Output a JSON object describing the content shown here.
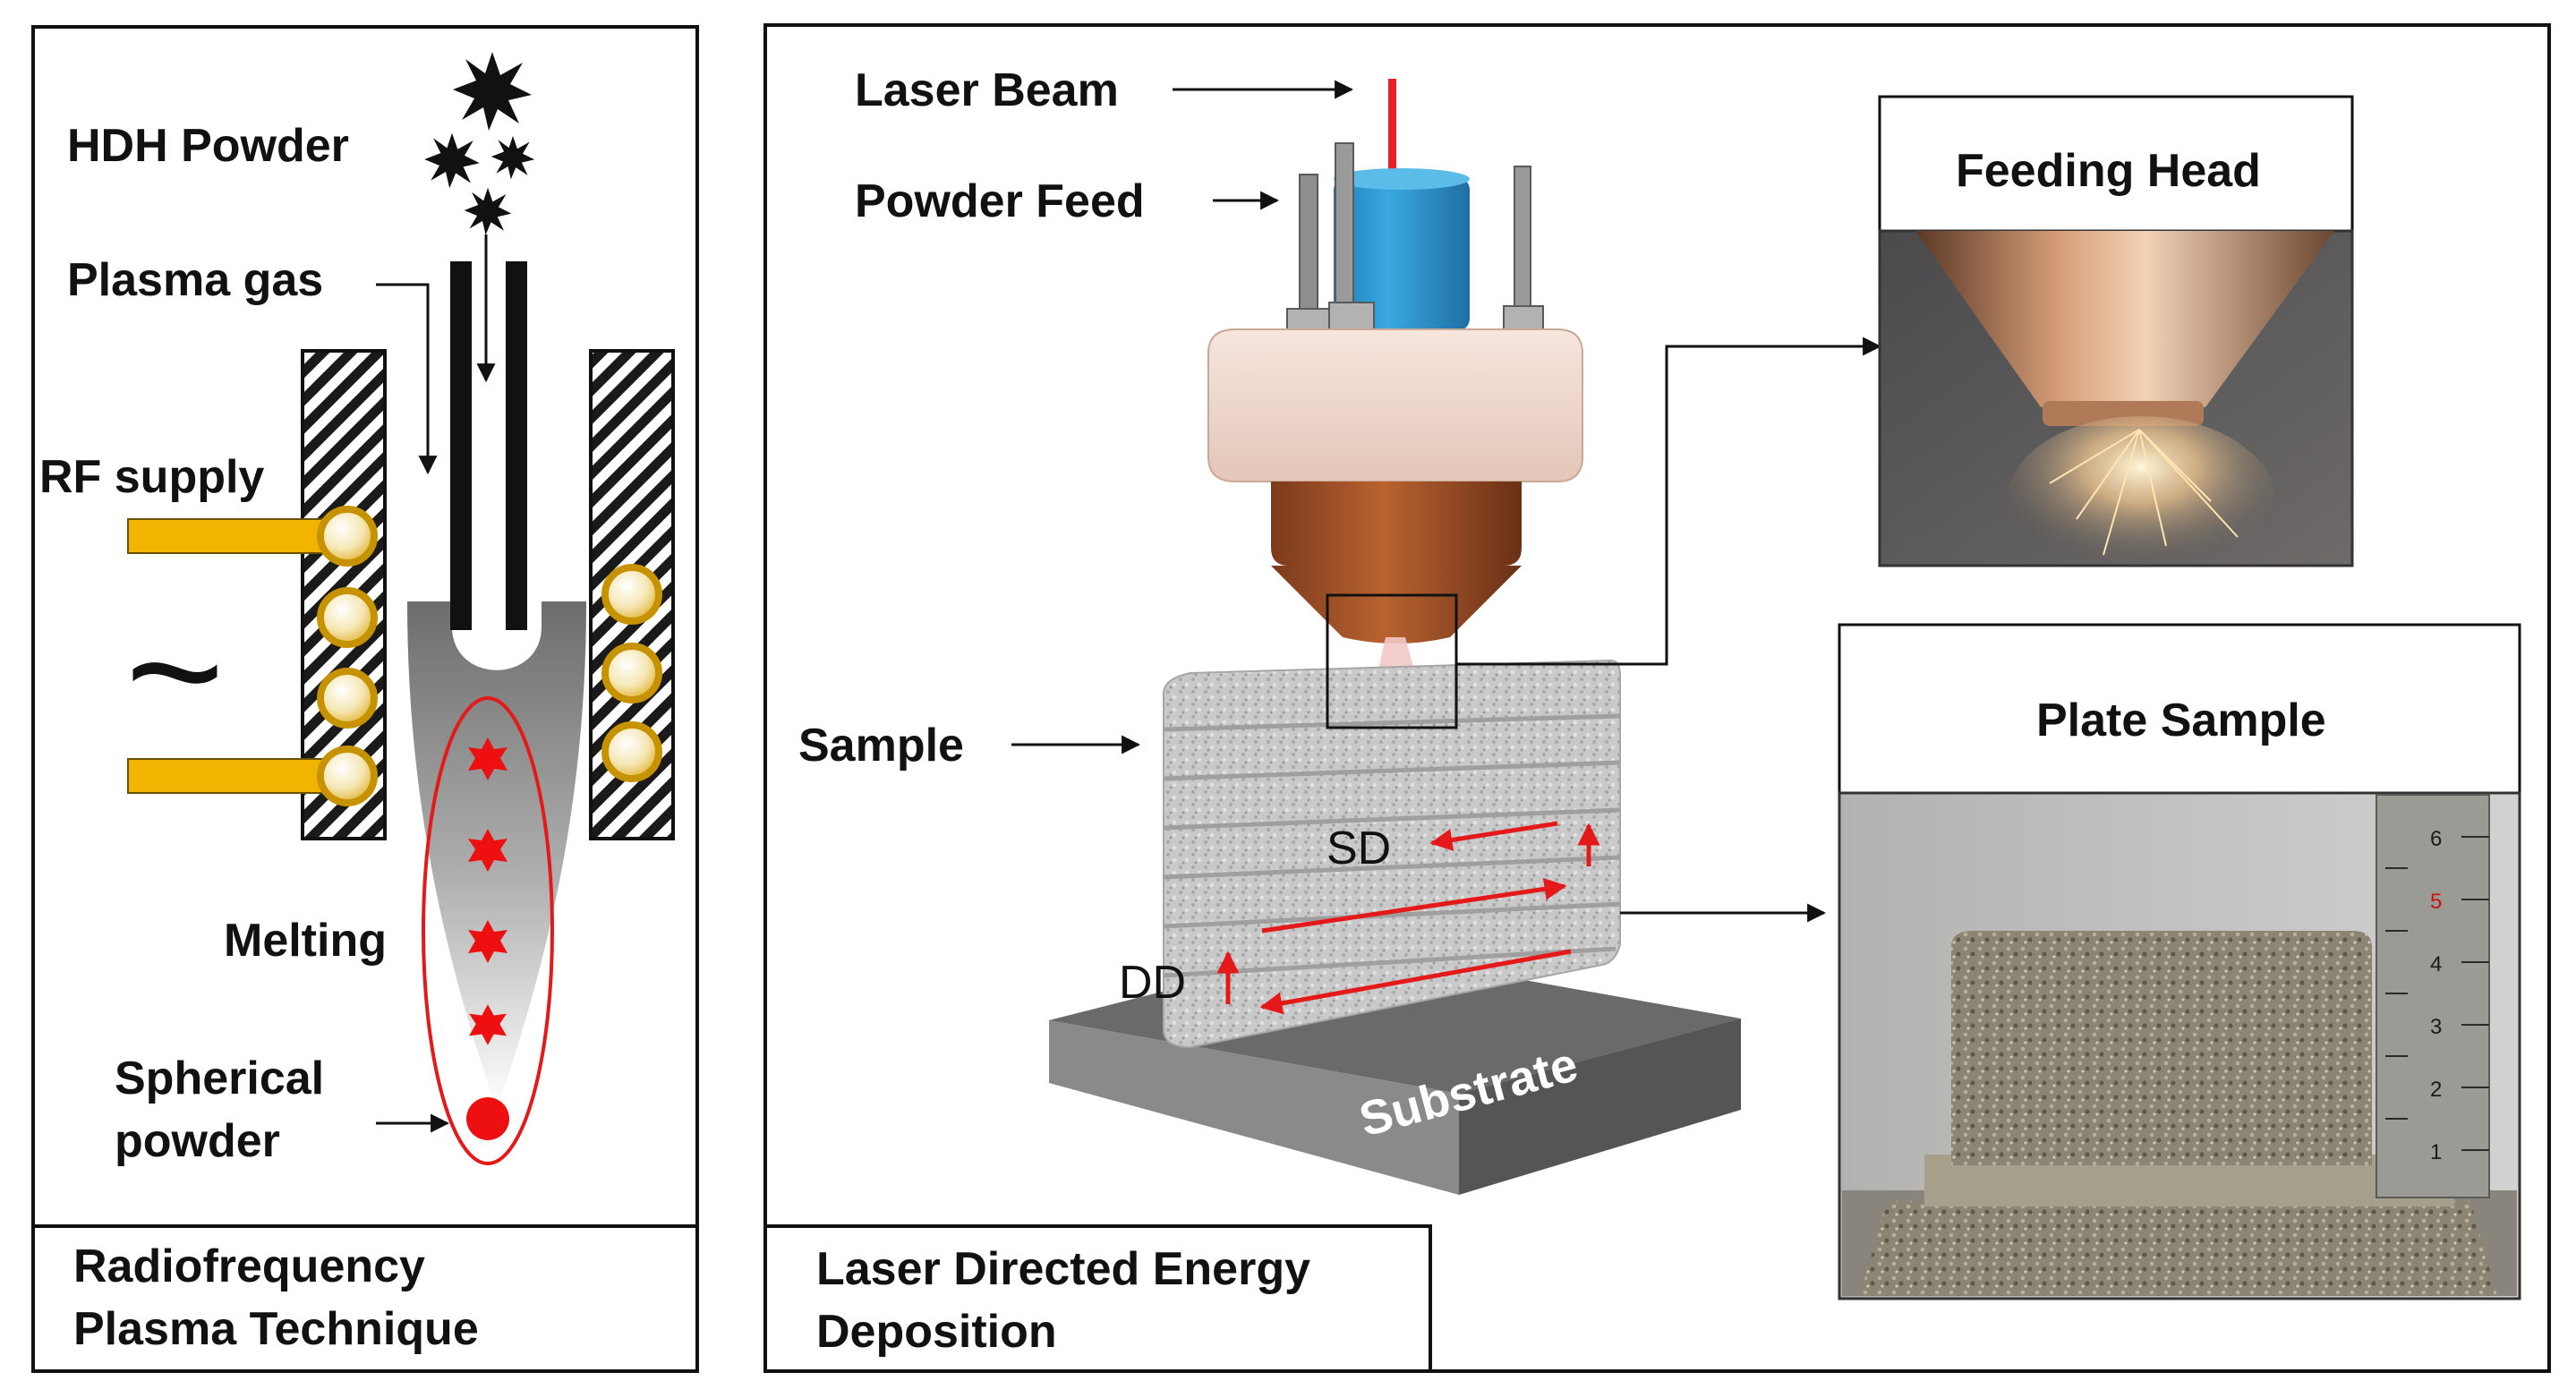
{
  "left_panel": {
    "labels": {
      "hdh_powder": "HDH Powder",
      "plasma_gas": "Plasma gas",
      "rf_supply": "RF supply",
      "tilde": "~",
      "melting": "Melting",
      "spherical_line1": "Spherical",
      "spherical_line2": "powder"
    },
    "caption_line1": "Radiofrequency",
    "caption_line2": "Plasma Technique"
  },
  "right_panel": {
    "labels": {
      "laser_beam": "Laser Beam",
      "powder_feed": "Powder Feed",
      "sample": "Sample",
      "sd": "SD",
      "dd": "DD",
      "substrate": "Substrate"
    },
    "caption_line1": "Laser Directed Energy",
    "caption_line2": "Deposition",
    "feeding_head_title": "Feeding Head",
    "plate_sample_title": "Plate Sample",
    "ruler_numbers": [
      "6",
      "5",
      "4",
      "3",
      "2",
      "1"
    ]
  },
  "colors": {
    "laser": "#e8202a",
    "nozzle_blue": "#2f9bd6",
    "flange": "#f2ddd2",
    "copper": "#a8522a",
    "coil_gold": "#f1b400",
    "arrow_red": "#e41a1a"
  }
}
